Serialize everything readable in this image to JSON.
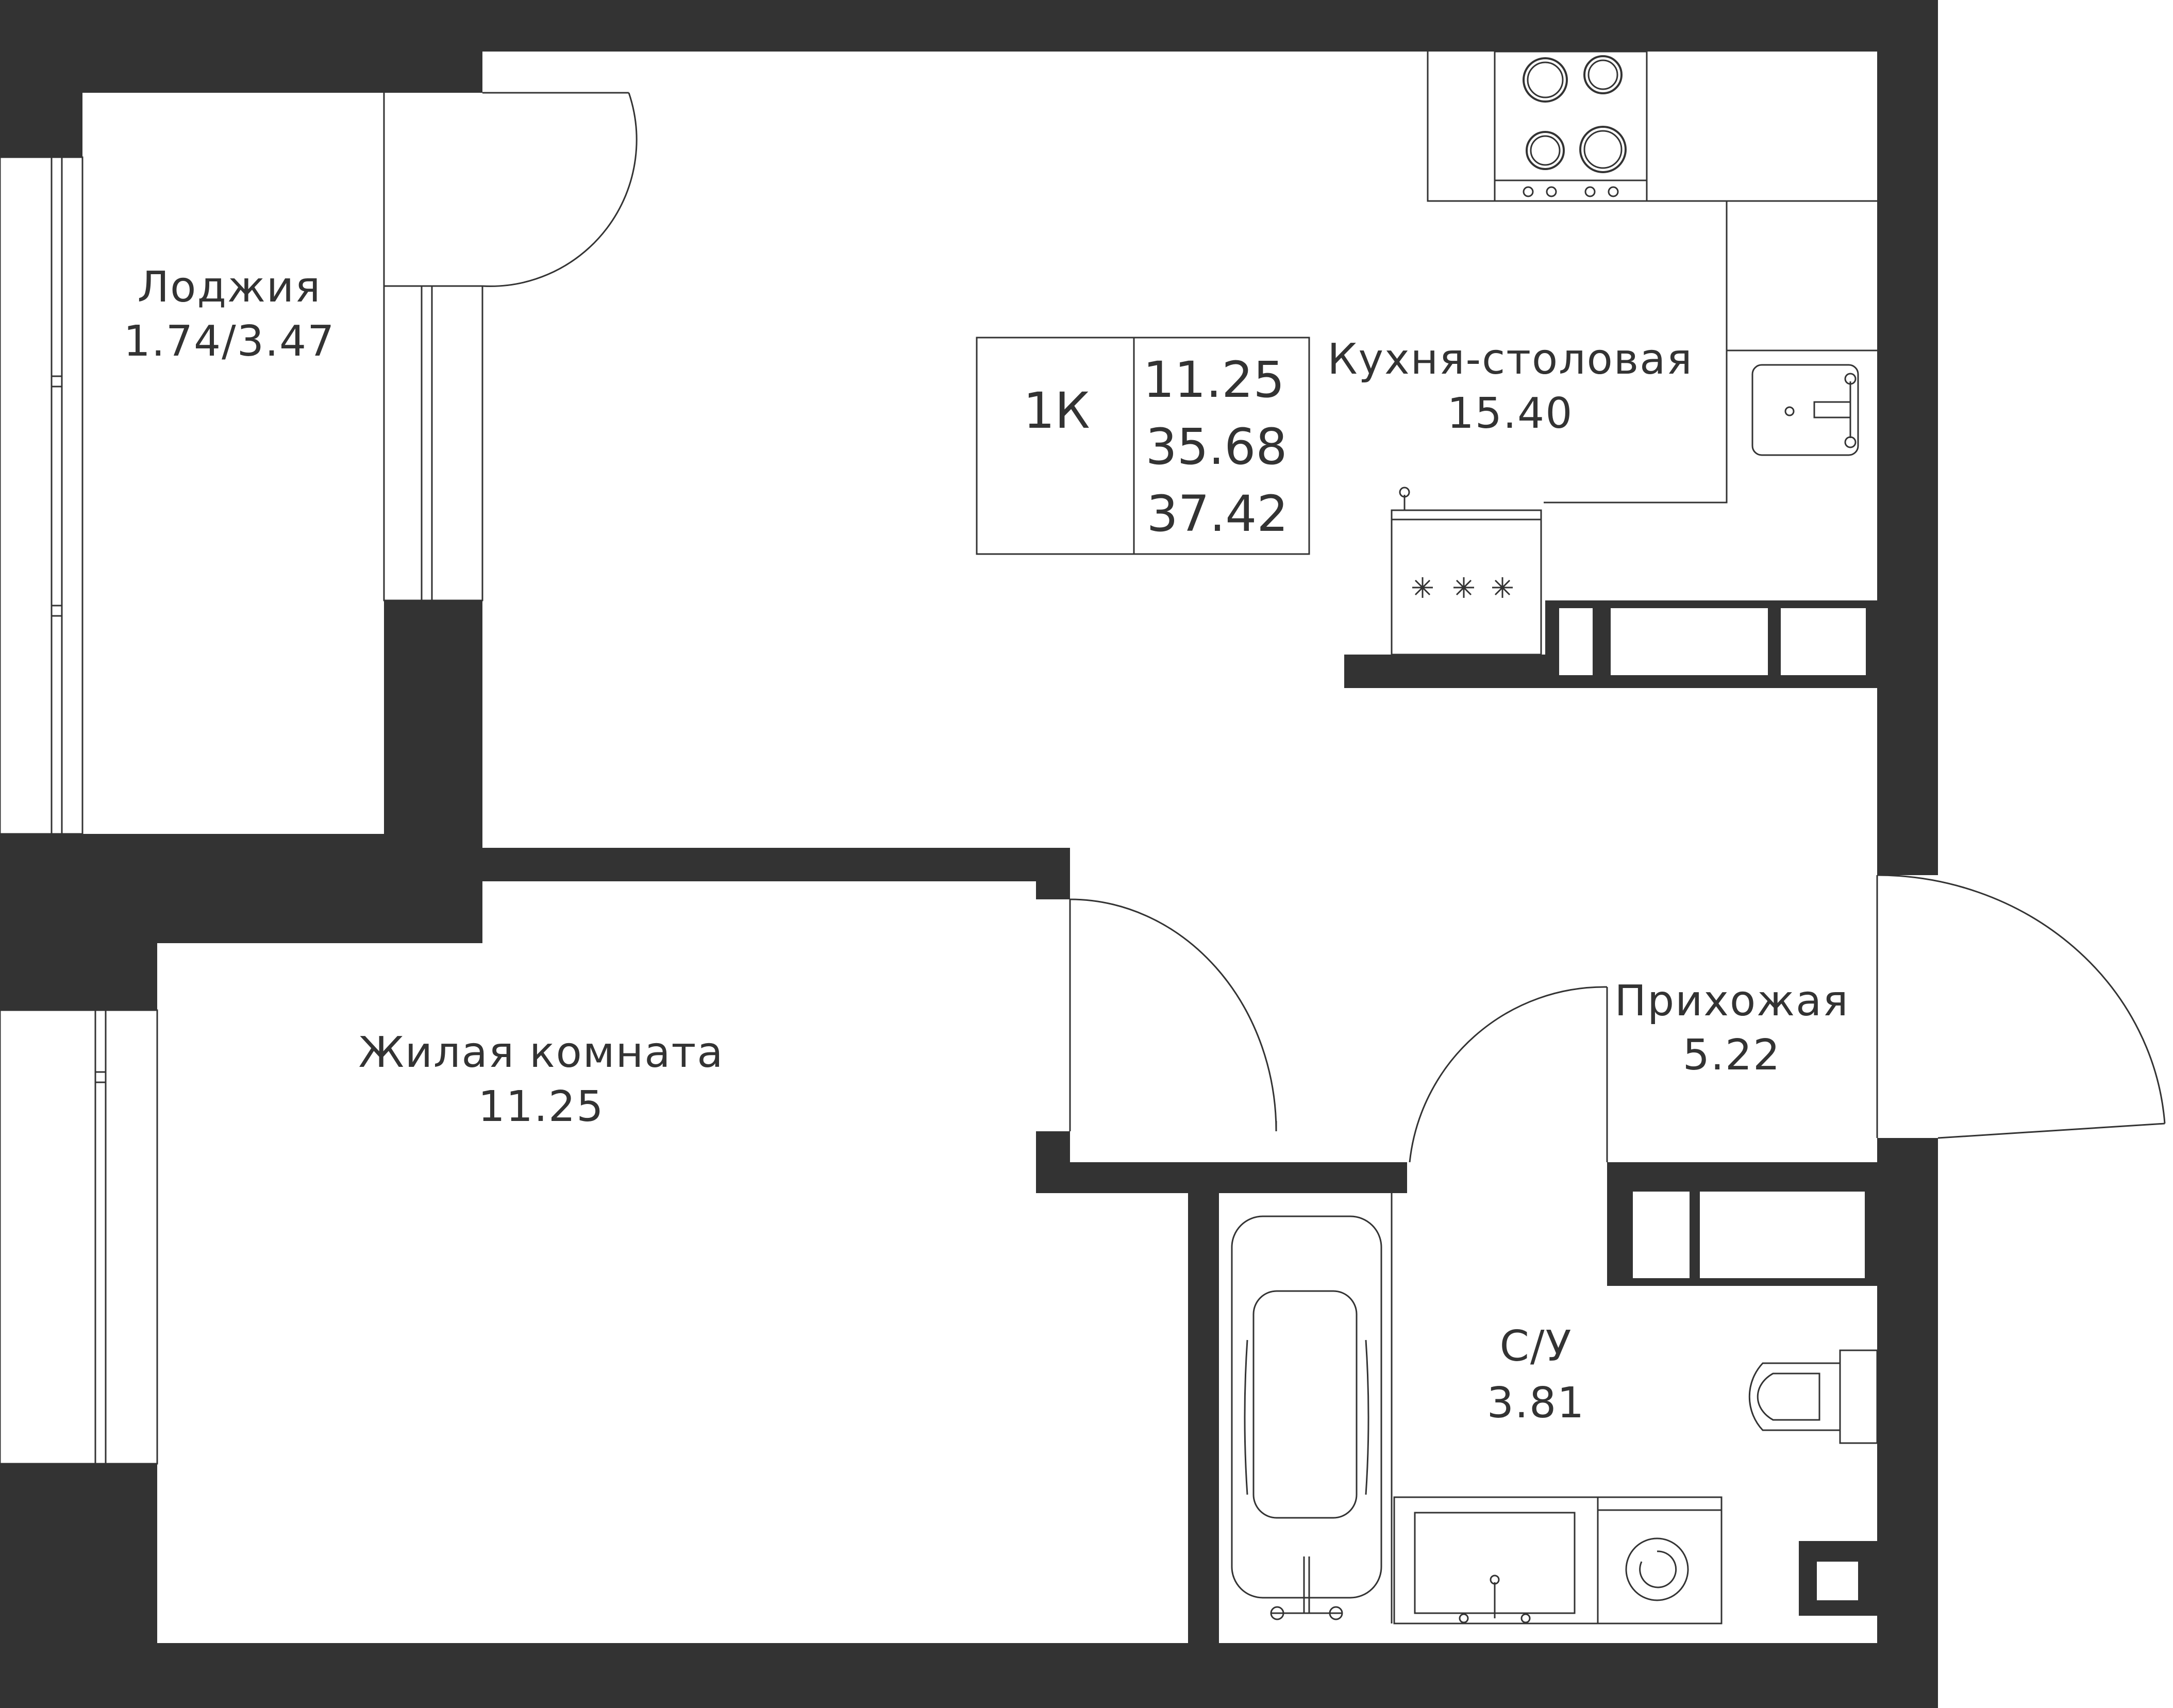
{
  "rooms": {
    "loggia": {
      "name": "Лоджия",
      "area": "1.74/3.47"
    },
    "kitchen": {
      "name": "Кухня-столовая",
      "area": "15.40"
    },
    "living": {
      "name": "Жилая комната",
      "area": "11.25"
    },
    "hall": {
      "name": "Прихожая",
      "area": "5.22"
    },
    "bath": {
      "name": "С/У",
      "area": "3.81"
    }
  },
  "summary": {
    "type": "1К",
    "living_area": "11.25",
    "total_area": "35.68",
    "total_with_loggia": "37.42"
  },
  "colors": {
    "wall": "#333333",
    "background": "#ffffff"
  }
}
